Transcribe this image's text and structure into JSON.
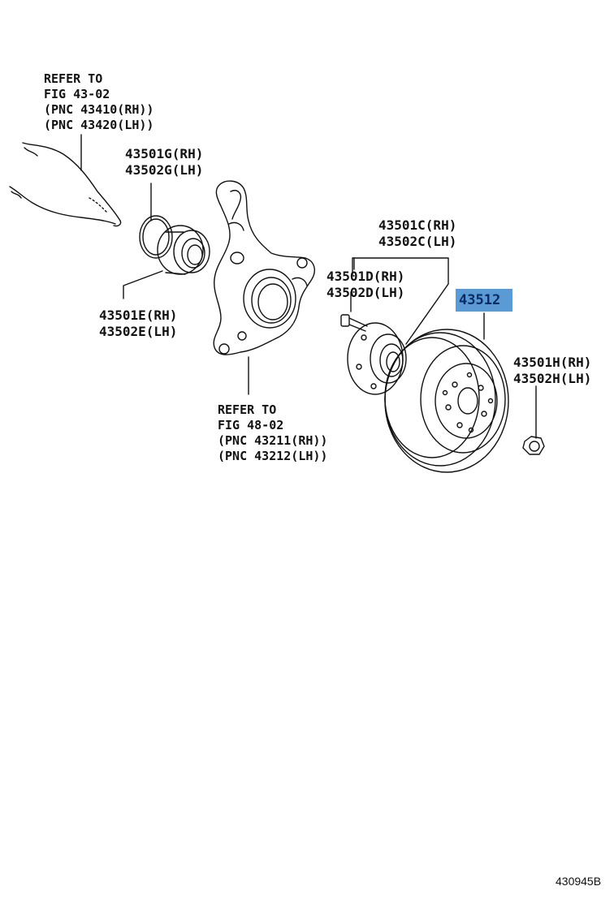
{
  "refer_top": {
    "line1": "REFER TO",
    "line2": "FIG 43-02",
    "line3": "(PNC 43410(RH))",
    "line4": "(PNC 43420(LH))"
  },
  "part_g": {
    "rh": "43501G(RH)",
    "lh": "43502G(LH)"
  },
  "part_e": {
    "rh": "43501E(RH)",
    "lh": "43502E(LH)"
  },
  "part_c": {
    "rh": "43501C(RH)",
    "lh": "43502C(LH)"
  },
  "part_d": {
    "rh": "43501D(RH)",
    "lh": "43502D(LH)"
  },
  "part_h": {
    "rh": "43501H(RH)",
    "lh": "43502H(LH)"
  },
  "highlighted_part": "43512",
  "highlight_color": "#5b9bd5",
  "refer_bottom": {
    "line1": "REFER TO",
    "line2": "FIG 48-02",
    "line3": "(PNC 43211(RH))",
    "line4": "(PNC 43212(LH))"
  },
  "figure_id": "430945B"
}
